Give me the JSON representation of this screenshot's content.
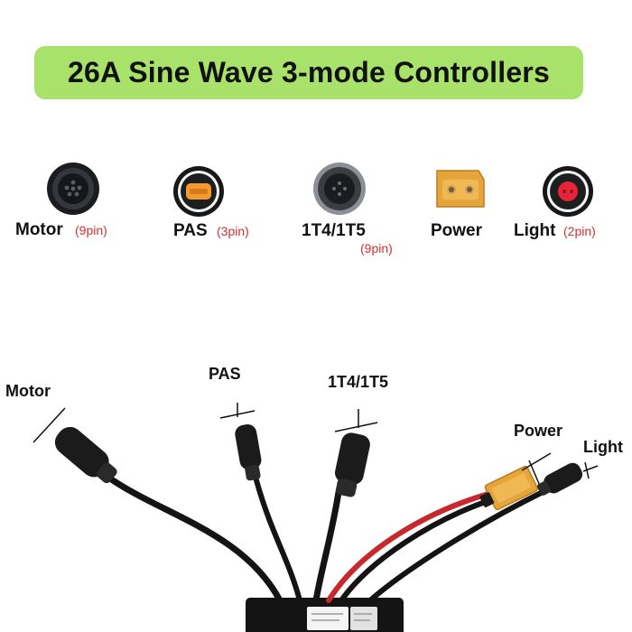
{
  "title": "26A Sine Wave 3-mode Controllers",
  "connectors": [
    {
      "label": "Motor",
      "pins": "(9pin)",
      "icon": "motor-connector-icon"
    },
    {
      "label": "PAS",
      "pins": "(3pin)",
      "icon": "pas-connector-icon"
    },
    {
      "label": "1T4/1T5",
      "pins": "(9pin)",
      "icon": "display-connector-icon"
    },
    {
      "label": "Power",
      "pins": "",
      "icon": "xt60-connector-icon"
    },
    {
      "label": "Light",
      "pins": "(2pin)",
      "icon": "light-connector-icon"
    }
  ],
  "callouts": {
    "motor": "Motor",
    "pas": "PAS",
    "display": "1T4/1T5",
    "power": "Power",
    "light": "Light"
  },
  "colors": {
    "banner": "#a8e26a",
    "pin_text": "#d2302f",
    "cable": "#141414",
    "red_wire": "#c8272b",
    "xt60_yellow": "#e6a53a",
    "pas_core": "#f29a2e",
    "light_core": "#e8243a"
  }
}
